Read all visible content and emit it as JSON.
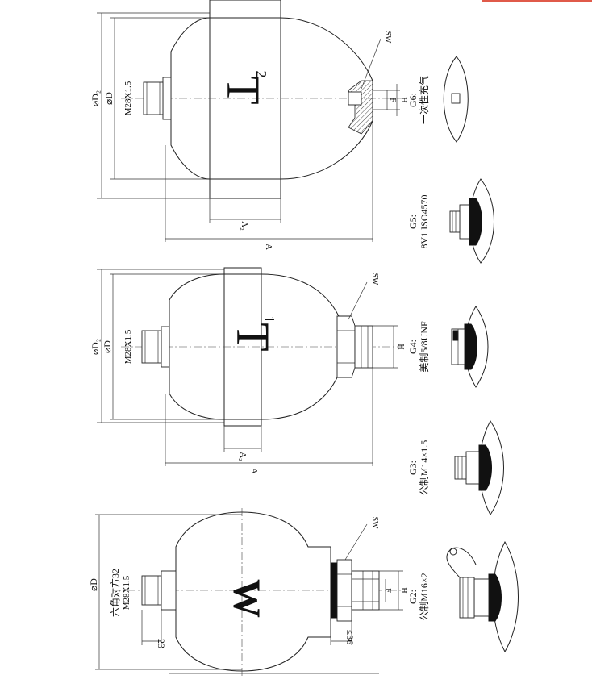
{
  "colors": {
    "ink": "#111111",
    "accent": "#e05a4a",
    "background": "#ffffff"
  },
  "type_w": {
    "model_letter": "W",
    "hex_label": "六角对方32",
    "thread_label": "M28X1.5",
    "diameter_label": "⌀D",
    "dim_23": "23",
    "dim_36": "≤36",
    "sw_label": "SW",
    "f_label": "F",
    "h_label": "H"
  },
  "type_t1": {
    "model_letter": "T",
    "model_index": "1",
    "thread_label": "M28X1.5",
    "d2_label": "⌀D₂",
    "d_label": "⌀D",
    "a_label": "A",
    "a2_label": "A₂",
    "sw_label": "SW",
    "h_label": "H"
  },
  "type_t2": {
    "model_letter": "T",
    "model_index": "2",
    "thread_label": "M28X1.5",
    "d2_label": "⌀D₂",
    "d_label": "⌀D",
    "a_label": "A",
    "a2_label": "A₂",
    "sw_label": "SW",
    "f_label": "F",
    "h_label": "H"
  },
  "valves": [
    {
      "code": "G2:",
      "spec": "公制M16×2"
    },
    {
      "code": "G3:",
      "spec": "公制M14×1.5"
    },
    {
      "code": "G4:",
      "spec": "美制5/8UNF"
    },
    {
      "code": "G5:",
      "spec": "8V1 ISO4570"
    },
    {
      "code": "G6:",
      "spec": "一次性充气"
    }
  ]
}
